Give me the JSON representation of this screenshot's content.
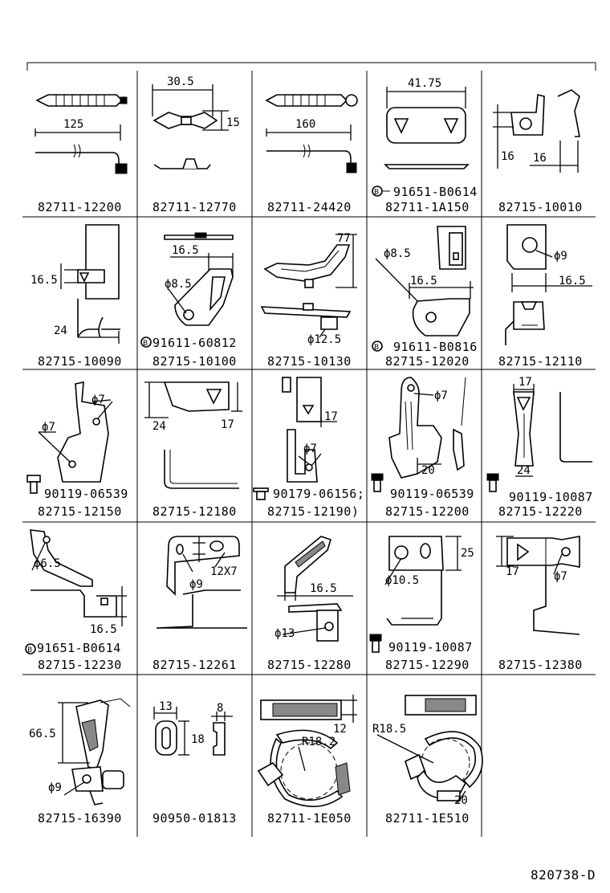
{
  "cells": [
    {
      "part_no": "82711-12200",
      "dims": [
        "125"
      ],
      "callout": ""
    },
    {
      "part_no": "82711-12770",
      "dims": [
        "30.5",
        "15"
      ],
      "callout": ""
    },
    {
      "part_no": "82711-24420",
      "dims": [
        "160"
      ],
      "callout": ""
    },
    {
      "part_no": "82711-1A150",
      "dims": [
        "41.75"
      ],
      "callout": "91651-B0614"
    },
    {
      "part_no": "82715-10010",
      "dims": [
        "16",
        "16"
      ],
      "callout": ""
    },
    {
      "part_no": "82715-10090",
      "dims": [
        "16.5",
        "24"
      ],
      "callout": ""
    },
    {
      "part_no": "82715-10100",
      "dims": [
        "16.5",
        "ϕ8.5"
      ],
      "callout": "91611-60812"
    },
    {
      "part_no": "82715-10130",
      "dims": [
        "77",
        "ϕ12.5"
      ],
      "callout": ""
    },
    {
      "part_no": "82715-12020",
      "dims": [
        "ϕ8.5",
        "16.5"
      ],
      "callout": "91611-B0816"
    },
    {
      "part_no": "82715-12110",
      "dims": [
        "ϕ9",
        "16.5"
      ],
      "callout": ""
    },
    {
      "part_no": "82715-12150",
      "dims": [
        "ϕ7",
        "ϕ7"
      ],
      "callout": "90119-06539"
    },
    {
      "part_no": "82715-12180",
      "dims": [
        "24",
        "17"
      ],
      "callout": ""
    },
    {
      "part_no": "82715-12190)",
      "dims": [
        "17",
        "ϕ7"
      ],
      "callout": "90179-06156;"
    },
    {
      "part_no": "82715-12200",
      "dims": [
        "ϕ7",
        "20"
      ],
      "callout": "90119-06539"
    },
    {
      "part_no": "82715-12220",
      "dims": [
        "17",
        "24"
      ],
      "callout": "90119-10087"
    },
    {
      "part_no": "82715-12230",
      "dims": [
        "ϕ6.5",
        "16.5"
      ],
      "callout": "91651-B0614"
    },
    {
      "part_no": "82715-12261",
      "dims": [
        "ϕ9",
        "12X7"
      ],
      "callout": ""
    },
    {
      "part_no": "82715-12280",
      "dims": [
        "16.5",
        "ϕ13"
      ],
      "callout": ""
    },
    {
      "part_no": "82715-12290",
      "dims": [
        "25",
        "ϕ10.5"
      ],
      "callout": "90119-10087"
    },
    {
      "part_no": "82715-12380",
      "dims": [
        "17",
        "ϕ7"
      ],
      "callout": ""
    },
    {
      "part_no": "82715-16390",
      "dims": [
        "66.5",
        "ϕ9"
      ],
      "callout": ""
    },
    {
      "part_no": "90950-01813",
      "dims": [
        "13",
        "8",
        "18"
      ],
      "callout": ""
    },
    {
      "part_no": "82711-1E050",
      "dims": [
        "12",
        "R18.2"
      ],
      "callout": ""
    },
    {
      "part_no": "82711-1E510",
      "dims": [
        "R18.5",
        "20"
      ],
      "callout": ""
    }
  ],
  "callout_marker": "B",
  "drawing_number": "820738-D"
}
